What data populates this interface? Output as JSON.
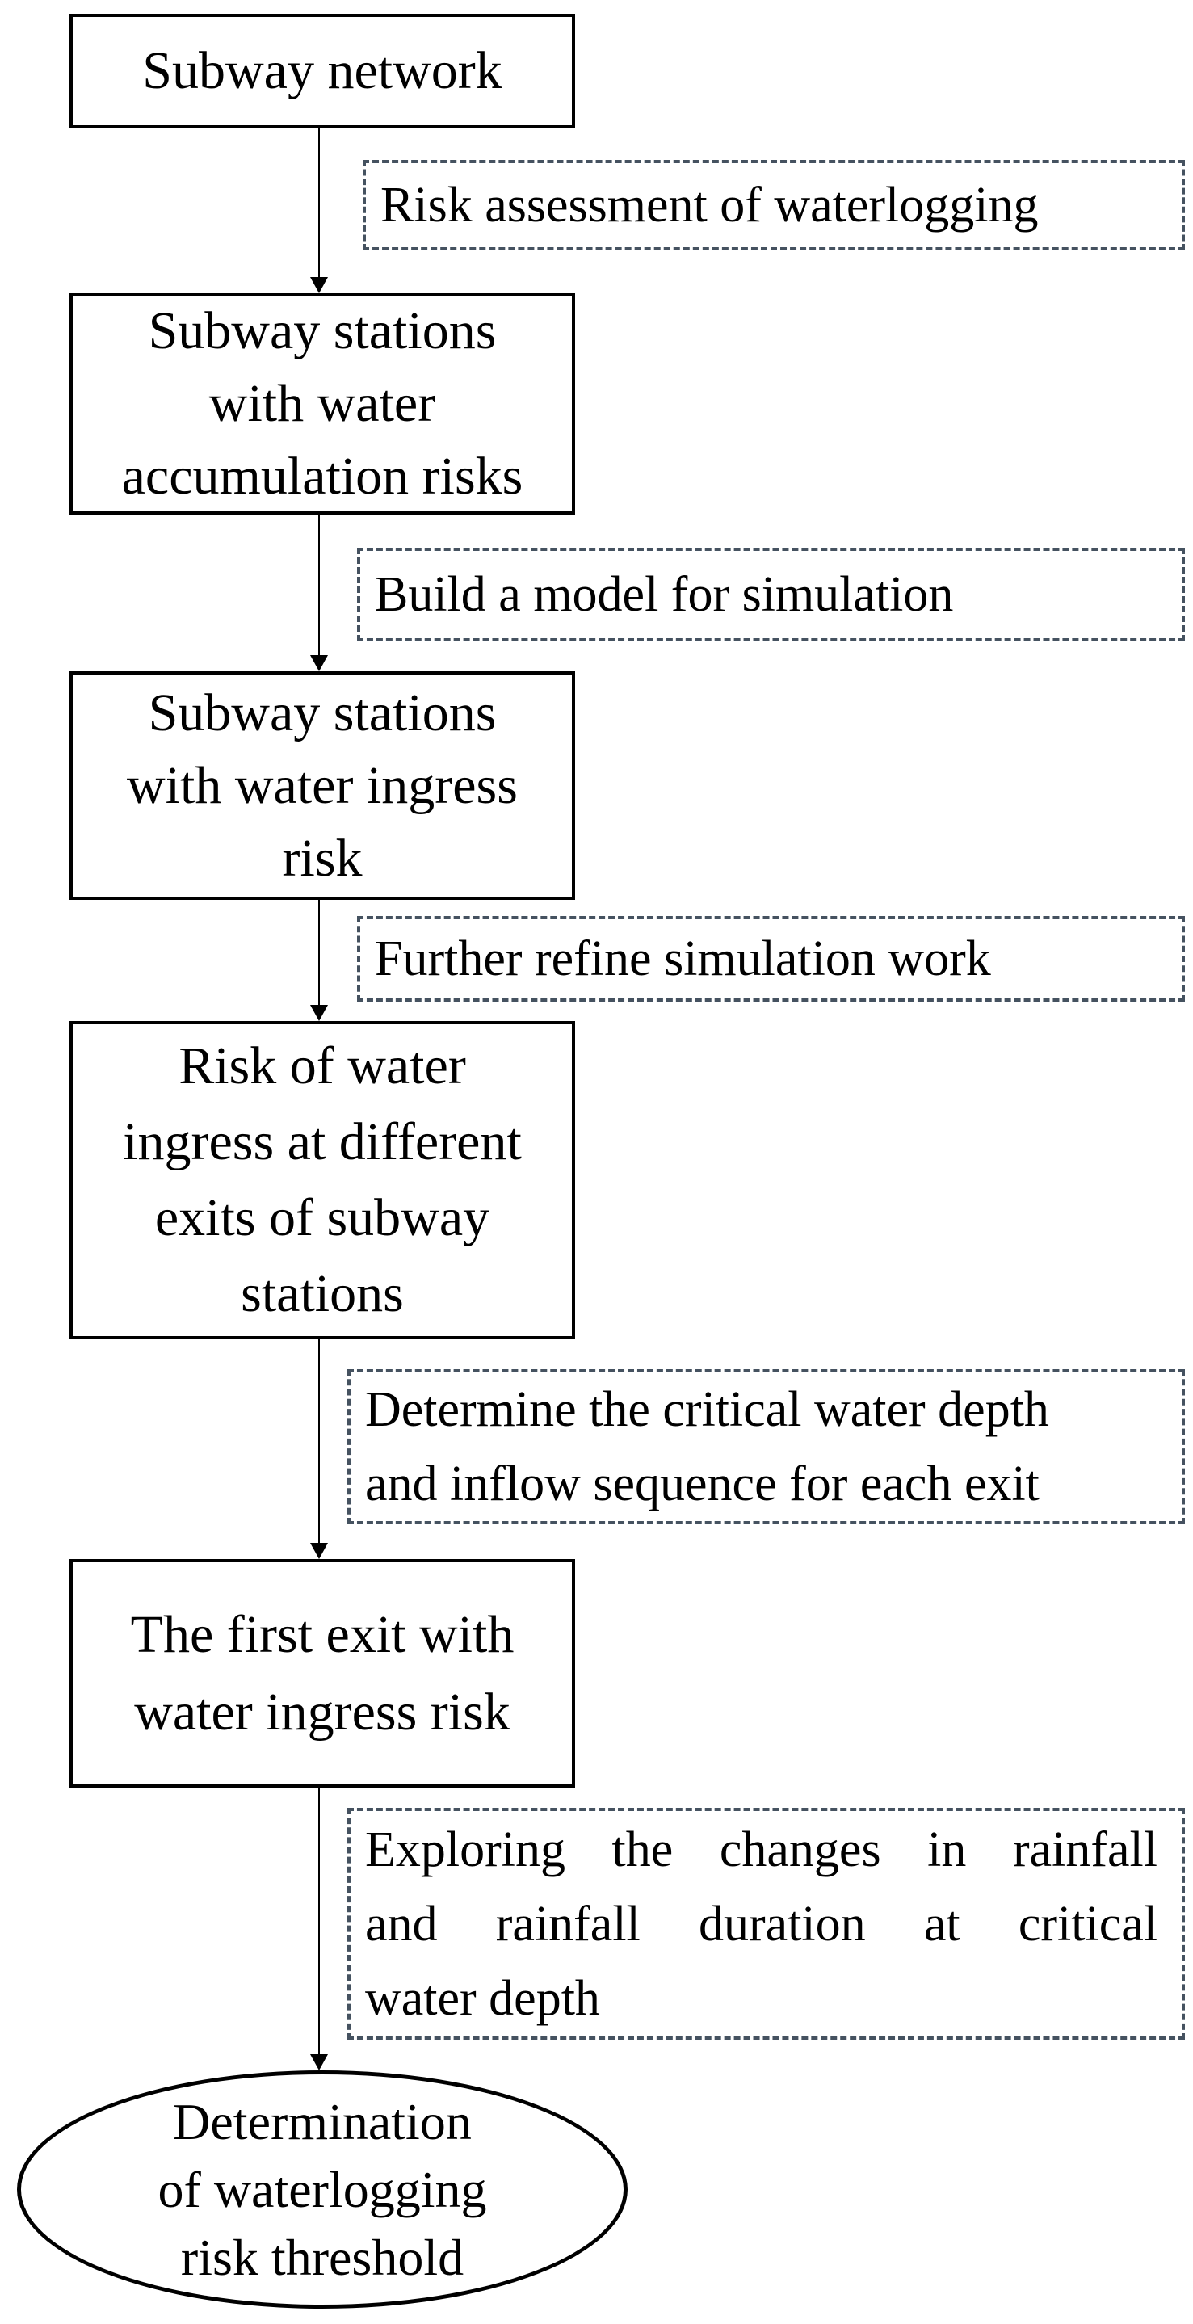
{
  "diagram": {
    "nodes": [
      {
        "name": "subway-network",
        "lines": [
          "Subway network"
        ]
      },
      {
        "name": "stations-water-accumulation",
        "lines": [
          "Subway stations",
          "with water",
          "accumulation risks"
        ]
      },
      {
        "name": "stations-water-ingress",
        "lines": [
          "Subway stations",
          "with water ingress",
          "risk"
        ]
      },
      {
        "name": "exit-water-ingress-risk",
        "lines": [
          "Risk of water",
          "ingress at different",
          "exits of subway",
          "stations"
        ]
      },
      {
        "name": "first-exit-water-ingress",
        "lines": [
          "The first exit with",
          "water ingress risk"
        ]
      }
    ],
    "edge_labels": [
      {
        "name": "risk-assessment",
        "lines": [
          "Risk assessment of waterlogging"
        ]
      },
      {
        "name": "build-model",
        "lines": [
          "Build a model for simulation"
        ]
      },
      {
        "name": "refine-simulation",
        "lines": [
          "Further refine simulation work"
        ]
      },
      {
        "name": "critical-depth",
        "lines": [
          "Determine the critical water depth",
          "and inflow sequence for each exit"
        ]
      },
      {
        "name": "exploring-changes",
        "lines": [
          "Exploring the changes in rainfall",
          "and rainfall duration at critical",
          "water depth"
        ]
      }
    ],
    "terminal": {
      "name": "waterlogging-risk-threshold",
      "lines": [
        "Determination",
        "of waterlogging",
        "risk threshold"
      ]
    },
    "colors": {
      "box_border": "#000000",
      "dashed_border": "#455260",
      "text": "#000000",
      "background": "#ffffff",
      "arrow": "#000000"
    }
  }
}
